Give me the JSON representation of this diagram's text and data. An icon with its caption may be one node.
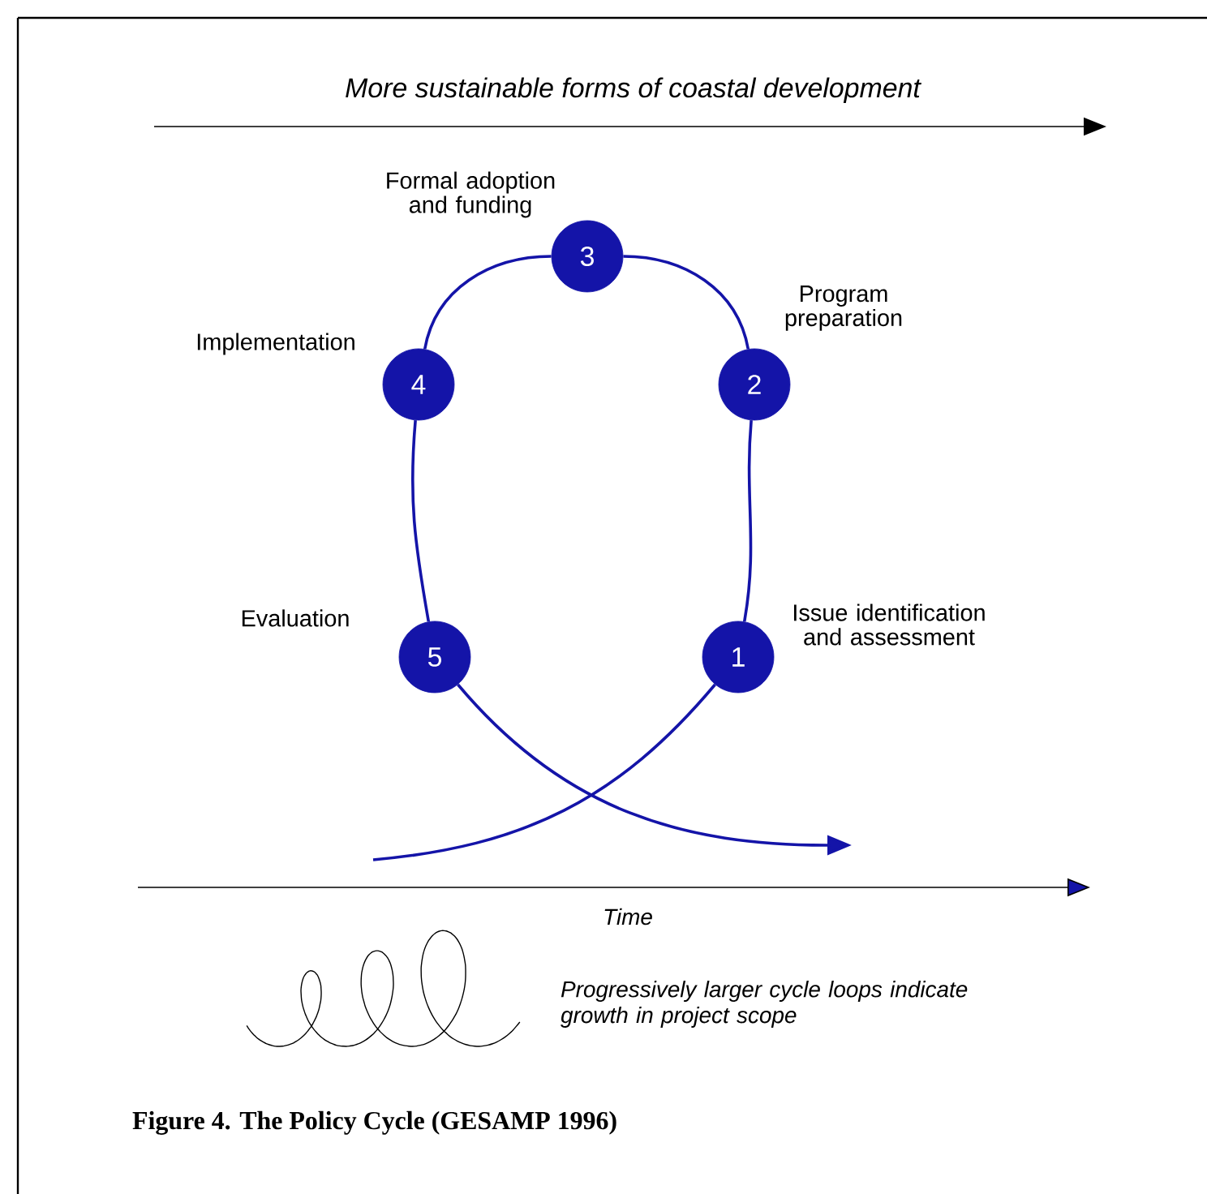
{
  "diagram": {
    "caption": "Figure 4. The Policy Cycle (GESAMP 1996)",
    "nodes": [
      {
        "text": [
          "1"
        ],
        "beside": [
          "Issue identification and assessment"
        ]
      },
      {
        "text": [
          "2"
        ],
        "beside": [
          "Program preparation"
        ]
      },
      {
        "text": [
          "3"
        ],
        "beside": [
          "Formal adoption and funding"
        ]
      },
      {
        "text": [
          "4"
        ],
        "beside": [
          "Implementation"
        ]
      },
      {
        "text": [
          "5"
        ],
        "beside": [
          "Evaluation"
        ]
      }
    ],
    "edges": [
      {
        "from": null,
        "to": 0,
        "arrow": "none"
      },
      {
        "from": 0,
        "to": 1,
        "arrow": "none"
      },
      {
        "from": 1,
        "to": 2,
        "arrow": "none"
      },
      {
        "from": 2,
        "to": 3,
        "arrow": "none"
      },
      {
        "from": 3,
        "to": 4,
        "arrow": "none"
      },
      {
        "from": 4,
        "to": null,
        "arrow": "to"
      }
    ],
    "labels": [
      "More sustainable forms of coastal development",
      "Time",
      "Progressively larger cycle loops indicate growth in project scope"
    ]
  }
}
